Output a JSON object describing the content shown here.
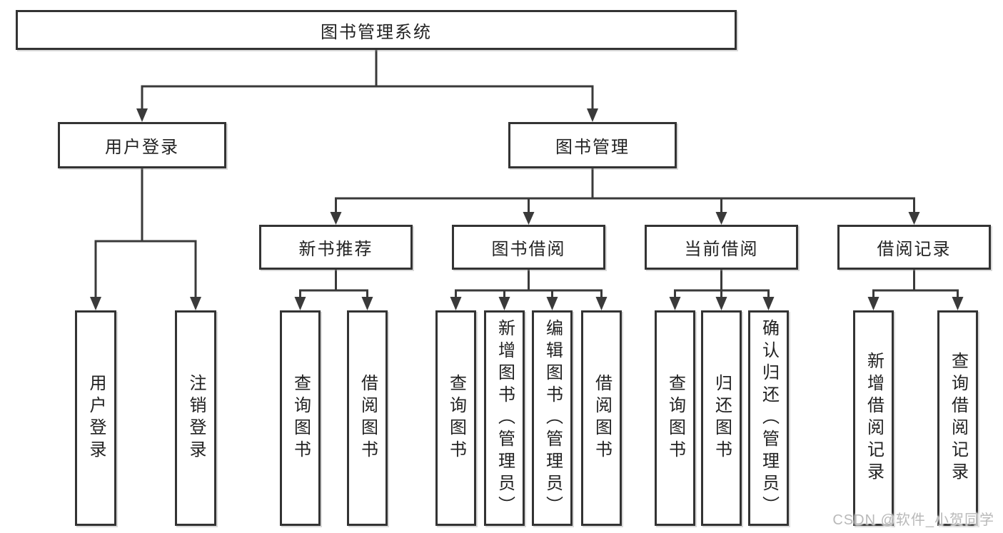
{
  "tree": {
    "root": "图书管理系统",
    "level2": {
      "user_login": "用户登录",
      "book_mgmt": "图书管理"
    },
    "level3": {
      "new_books": "新书推荐",
      "book_borrow": "图书借阅",
      "current_borrow": "当前借阅",
      "borrow_records": "借阅记录"
    },
    "leaves": {
      "login": [
        "用户登录",
        "注销登录"
      ],
      "new_books": [
        "查询图书",
        "借阅图书"
      ],
      "book_borrow": [
        "查询图书",
        "新增图书（管理员）",
        "编辑图书（管理员）",
        "借阅图书"
      ],
      "current_borrow": [
        "查询图书",
        "归还图书",
        "确认归还（管理员）"
      ],
      "borrow_records": [
        "新增借阅记录",
        "查询借阅记录"
      ]
    }
  },
  "watermark": {
    "text": "CSDN @软件_小贺同学"
  },
  "colors": {
    "line": "#3a3a3a",
    "box_border": "#333333",
    "text": "#222222",
    "watermark": "#b9b9b9",
    "background": "#ffffff"
  }
}
